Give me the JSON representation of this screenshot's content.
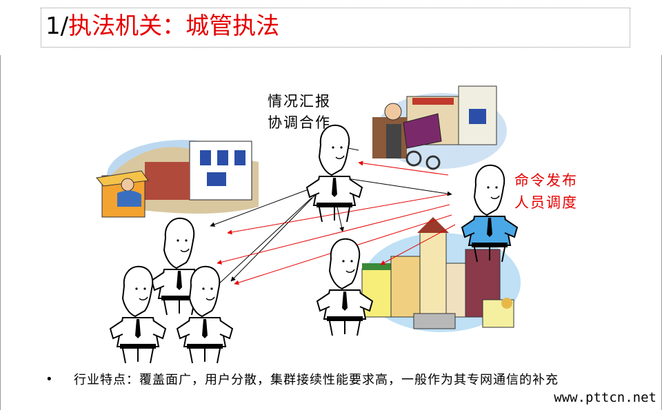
{
  "title": {
    "number": "1/",
    "text": "执法机关：城管执法"
  },
  "labels": {
    "report_line1": "情况汇报",
    "report_line2": "协调合作",
    "command_line1": "命令发布",
    "command_line2": "人员调度"
  },
  "bullet": {
    "marker": "•",
    "text": "行业特点：覆盖面广，用户分散，集群接续性能要求高，一般作为其专网通信的补充"
  },
  "watermark": "www.pttcn.net",
  "colors": {
    "accent_red": "#e60000",
    "arrow_black": "#000000",
    "uniform_blue": "#4aa8e6"
  }
}
